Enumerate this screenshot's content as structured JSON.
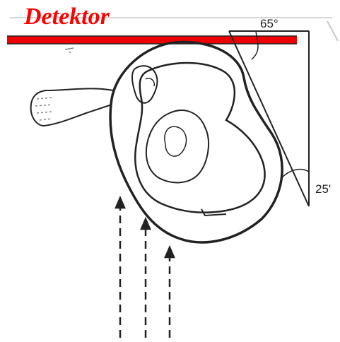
{
  "labels": {
    "detector": "Detektor",
    "angle_top": "65°",
    "angle_side": "25'"
  },
  "colors": {
    "detector_text": "#ff0000",
    "detector_bar": "#ee0000",
    "line_art": "#222222"
  },
  "icons": {
    "beam_arrows": "dashed-up-arrow-icon",
    "foot": "foot-icon"
  }
}
